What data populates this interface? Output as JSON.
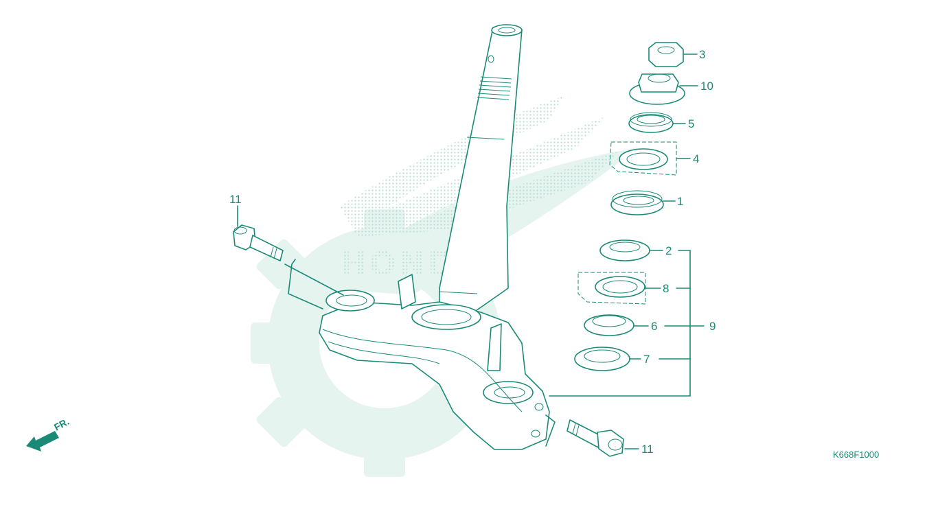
{
  "watermark": {
    "brand": "HONDA"
  },
  "callouts": {
    "c1": "1",
    "c2": "2",
    "c3": "3",
    "c4": "4",
    "c5": "5",
    "c6": "6",
    "c7": "7",
    "c8": "8",
    "c9": "9",
    "c10": "10",
    "c11a": "11",
    "c11b": "11"
  },
  "direction": {
    "label": "FR."
  },
  "drawing_code": "K668F1000",
  "colors": {
    "line": "#1a8a76",
    "watermark": "#e6f4f0",
    "background": "#ffffff"
  }
}
